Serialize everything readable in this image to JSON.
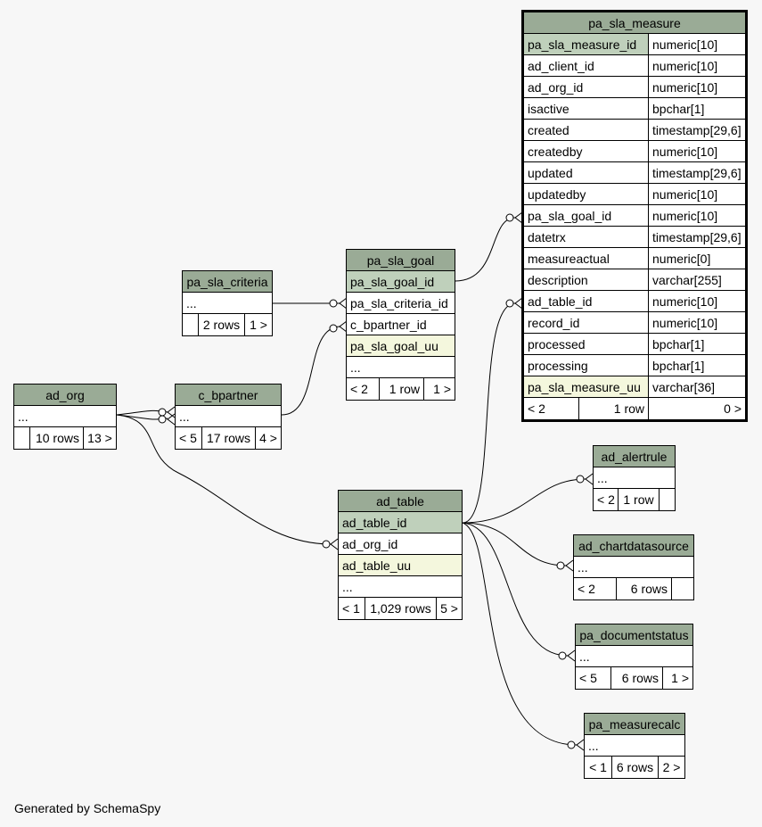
{
  "footer": "Generated by SchemaSpy",
  "tables": {
    "pa_sla_measure": {
      "name": "pa_sla_measure",
      "columns": [
        {
          "name": "pa_sla_measure_id",
          "type": "numeric[10]"
        },
        {
          "name": "ad_client_id",
          "type": "numeric[10]"
        },
        {
          "name": "ad_org_id",
          "type": "numeric[10]"
        },
        {
          "name": "isactive",
          "type": "bpchar[1]"
        },
        {
          "name": "created",
          "type": "timestamp[29,6]"
        },
        {
          "name": "createdby",
          "type": "numeric[10]"
        },
        {
          "name": "updated",
          "type": "timestamp[29,6]"
        },
        {
          "name": "updatedby",
          "type": "numeric[10]"
        },
        {
          "name": "pa_sla_goal_id",
          "type": "numeric[10]"
        },
        {
          "name": "datetrx",
          "type": "timestamp[29,6]"
        },
        {
          "name": "measureactual",
          "type": "numeric[0]"
        },
        {
          "name": "description",
          "type": "varchar[255]"
        },
        {
          "name": "ad_table_id",
          "type": "numeric[10]"
        },
        {
          "name": "record_id",
          "type": "numeric[10]"
        },
        {
          "name": "processed",
          "type": "bpchar[1]"
        },
        {
          "name": "processing",
          "type": "bpchar[1]"
        },
        {
          "name": "pa_sla_measure_uu",
          "type": "varchar[36]"
        }
      ],
      "footer": [
        "< 2",
        "1 row",
        "0 >"
      ]
    },
    "pa_sla_goal": {
      "name": "pa_sla_goal",
      "columns": [
        "pa_sla_goal_id",
        "pa_sla_criteria_id",
        "c_bpartner_id",
        "pa_sla_goal_uu",
        "..."
      ],
      "footer": [
        "< 2",
        "1 row",
        "1 >"
      ]
    },
    "pa_sla_criteria": {
      "name": "pa_sla_criteria",
      "columns": [
        "..."
      ],
      "footer": [
        "",
        "2 rows",
        "1 >"
      ]
    },
    "ad_org": {
      "name": "ad_org",
      "columns": [
        "..."
      ],
      "footer": [
        "",
        "10 rows",
        "13 >"
      ]
    },
    "c_bpartner": {
      "name": "c_bpartner",
      "columns": [
        "..."
      ],
      "footer": [
        "< 5",
        "17 rows",
        "4 >"
      ]
    },
    "ad_table": {
      "name": "ad_table",
      "columns": [
        "ad_table_id",
        "ad_org_id",
        "ad_table_uu",
        "..."
      ],
      "footer": [
        "< 1",
        "1,029 rows",
        "5 >"
      ]
    },
    "ad_alertrule": {
      "name": "ad_alertrule",
      "columns": [
        "..."
      ],
      "footer": [
        "< 2",
        "1 row",
        ""
      ]
    },
    "ad_chartdatasource": {
      "name": "ad_chartdatasource",
      "columns": [
        "..."
      ],
      "footer": [
        "< 2",
        "6 rows",
        ""
      ]
    },
    "pa_documentstatus": {
      "name": "pa_documentstatus",
      "columns": [
        "..."
      ],
      "footer": [
        "< 5",
        "6 rows",
        "1 >"
      ]
    },
    "pa_measurecalc": {
      "name": "pa_measurecalc",
      "columns": [
        "..."
      ],
      "footer": [
        "< 1",
        "6 rows",
        "2 >"
      ]
    }
  }
}
